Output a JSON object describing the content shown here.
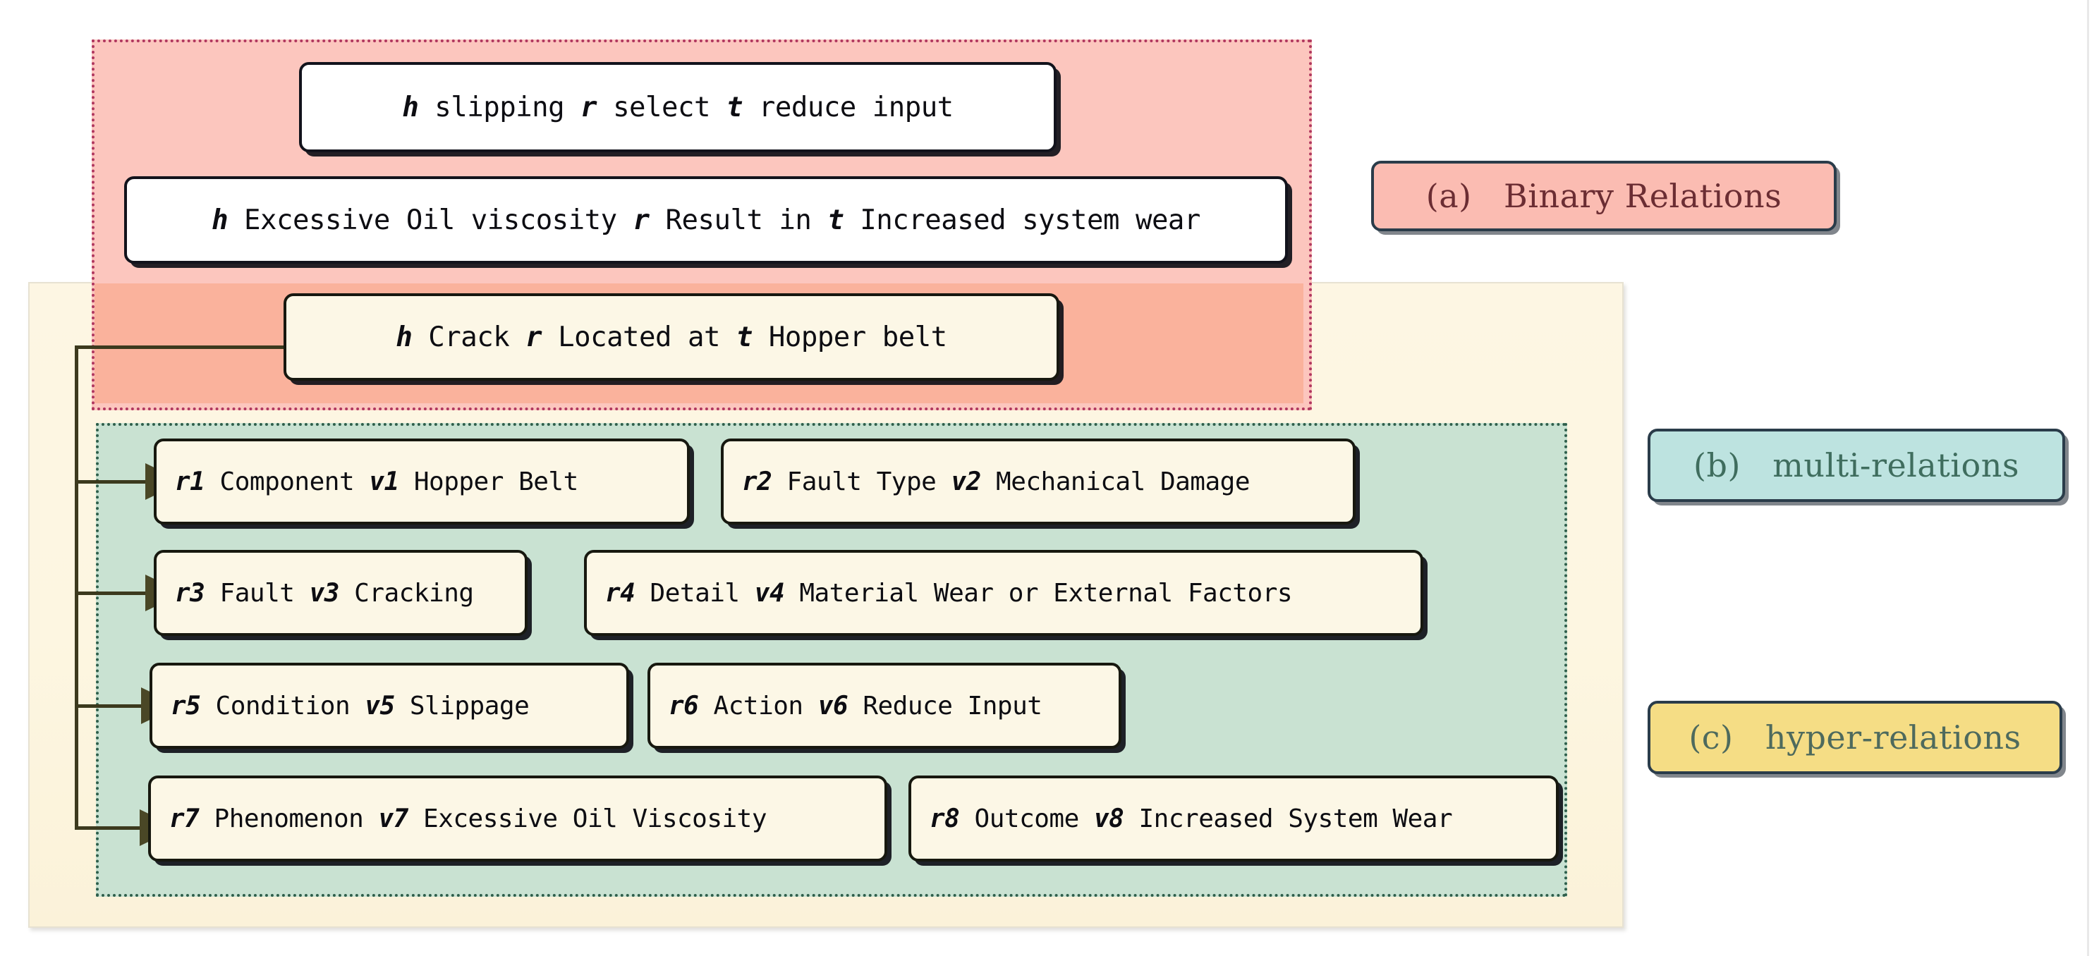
{
  "regions": {
    "binary": {
      "name": "Binary Relations region",
      "fill": "#fcc6be",
      "border": "#b0375f"
    },
    "multi": {
      "name": "multi-relations region",
      "fill": "#c9e2d2",
      "border": "#2f5f4b"
    },
    "hyper": {
      "name": "hyper-relations region",
      "fill": "#fdf6e3",
      "border": "#e7e2d2"
    }
  },
  "binary_relations": [
    {
      "head_marker": "h",
      "head": "slipping",
      "rel_marker": "r",
      "rel": "select",
      "tail_marker": "t",
      "tail": "reduce input",
      "text": "h slipping r select t reduce input"
    },
    {
      "head_marker": "h",
      "head": "Excessive Oil viscosity",
      "rel_marker": "r",
      "rel": "Result in",
      "tail_marker": "t",
      "tail": "Increased system wear",
      "text": "h Excessive Oil viscosity r Result in t Increased system wear"
    },
    {
      "head_marker": "h",
      "head": "Crack",
      "rel_marker": "r",
      "rel": "Located at",
      "tail_marker": "t",
      "tail": "Hopper belt",
      "text": "h Crack   r Located at   t Hopper belt"
    }
  ],
  "multi_relations": [
    {
      "rel_key": "r1",
      "rel": "Component",
      "val_key": "v1",
      "val": "Hopper Belt"
    },
    {
      "rel_key": "r2",
      "rel": "Fault Type",
      "val_key": "v2",
      "val": "Mechanical Damage"
    },
    {
      "rel_key": "r3",
      "rel": "Fault",
      "val_key": "v3",
      "val": "Cracking"
    },
    {
      "rel_key": "r4",
      "rel": "Detail",
      "val_key": "v4",
      "val": "Material Wear or External Factors"
    },
    {
      "rel_key": "r5",
      "rel": "Condition",
      "val_key": "v5",
      "val": "Slippage"
    },
    {
      "rel_key": "r6",
      "rel": "Action",
      "val_key": "v6",
      "val": "Reduce Input"
    },
    {
      "rel_key": "r7",
      "rel": "Phenomenon",
      "val_key": "v7",
      "val": "Excessive Oil Viscosity"
    },
    {
      "rel_key": "r8",
      "rel": "Outcome",
      "val_key": "v8",
      "val": "Increased System Wear"
    }
  ],
  "legend": [
    {
      "tag": "(a)",
      "label": "Binary Relations",
      "color": "#fbbcb2",
      "text_color": "#6b2d33"
    },
    {
      "tag": "(b)",
      "label": "multi-relations",
      "color": "#bde3e0",
      "text_color": "#3f6d5e"
    },
    {
      "tag": "(c)",
      "label": "hyper-relations",
      "color": "#f5dd85",
      "text_color": "#4e6a5d"
    }
  ],
  "connectors": {
    "name": "hyper-relation fan-out",
    "targets": [
      "r1",
      "r3",
      "r5",
      "r7"
    ],
    "source": "h Crack   r Located at   t Hopper belt"
  }
}
